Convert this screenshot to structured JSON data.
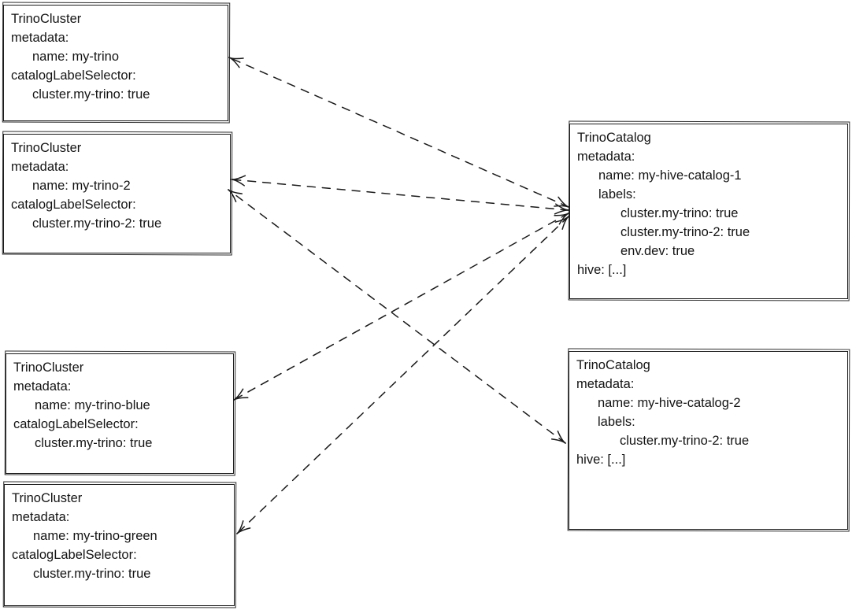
{
  "colors": {
    "ink": "#1a1a1a",
    "background": "#ffffff"
  },
  "diagram": {
    "nodes": [
      {
        "id": "my-trino",
        "title": "TrinoCluster",
        "lines": [
          {
            "indent": 0,
            "text": "metadata:"
          },
          {
            "indent": 1,
            "text": "name: my-trino"
          },
          {
            "indent": 0,
            "text": "catalogLabelSelector:"
          },
          {
            "indent": 1,
            "text": "cluster.my-trino: true"
          }
        ]
      },
      {
        "id": "my-trino-2",
        "title": "TrinoCluster",
        "lines": [
          {
            "indent": 0,
            "text": "metadata:"
          },
          {
            "indent": 1,
            "text": "name: my-trino-2"
          },
          {
            "indent": 0,
            "text": "catalogLabelSelector:"
          },
          {
            "indent": 1,
            "text": "cluster.my-trino-2: true"
          }
        ]
      },
      {
        "id": "my-trino-blue",
        "title": "TrinoCluster",
        "lines": [
          {
            "indent": 0,
            "text": "metadata:"
          },
          {
            "indent": 1,
            "text": "name: my-trino-blue"
          },
          {
            "indent": 0,
            "text": "catalogLabelSelector:"
          },
          {
            "indent": 1,
            "text": "cluster.my-trino: true"
          }
        ]
      },
      {
        "id": "my-trino-green",
        "title": "TrinoCluster",
        "lines": [
          {
            "indent": 0,
            "text": "metadata:"
          },
          {
            "indent": 1,
            "text": "name: my-trino-green"
          },
          {
            "indent": 0,
            "text": "catalogLabelSelector:"
          },
          {
            "indent": 1,
            "text": "cluster.my-trino: true"
          }
        ]
      },
      {
        "id": "my-hive-catalog-1",
        "title": "TrinoCatalog",
        "lines": [
          {
            "indent": 0,
            "text": "metadata:"
          },
          {
            "indent": 1,
            "text": "name: my-hive-catalog-1"
          },
          {
            "indent": 1,
            "text": "labels:"
          },
          {
            "indent": 2,
            "text": "cluster.my-trino: true"
          },
          {
            "indent": 2,
            "text": "cluster.my-trino-2: true"
          },
          {
            "indent": 2,
            "text": "env.dev: true"
          },
          {
            "indent": 0,
            "text": "hive: [...]"
          }
        ]
      },
      {
        "id": "my-hive-catalog-2",
        "title": "TrinoCatalog",
        "lines": [
          {
            "indent": 0,
            "text": "metadata:"
          },
          {
            "indent": 1,
            "text": "name: my-hive-catalog-2"
          },
          {
            "indent": 1,
            "text": "labels:"
          },
          {
            "indent": 2,
            "text": "cluster.my-trino-2: true"
          },
          {
            "indent": 0,
            "text": "hive: [...]"
          }
        ]
      }
    ],
    "connections": [
      {
        "from": "my-hive-catalog-1",
        "to": "my-trino",
        "style": "dashed",
        "heads": "both"
      },
      {
        "from": "my-hive-catalog-1",
        "to": "my-trino-2",
        "style": "dashed",
        "heads": "both"
      },
      {
        "from": "my-hive-catalog-1",
        "to": "my-trino-blue",
        "style": "dashed",
        "heads": "both"
      },
      {
        "from": "my-hive-catalog-1",
        "to": "my-trino-green",
        "style": "dashed",
        "heads": "both"
      },
      {
        "from": "my-hive-catalog-2",
        "to": "my-trino-2",
        "style": "dashed",
        "heads": "both"
      }
    ]
  }
}
